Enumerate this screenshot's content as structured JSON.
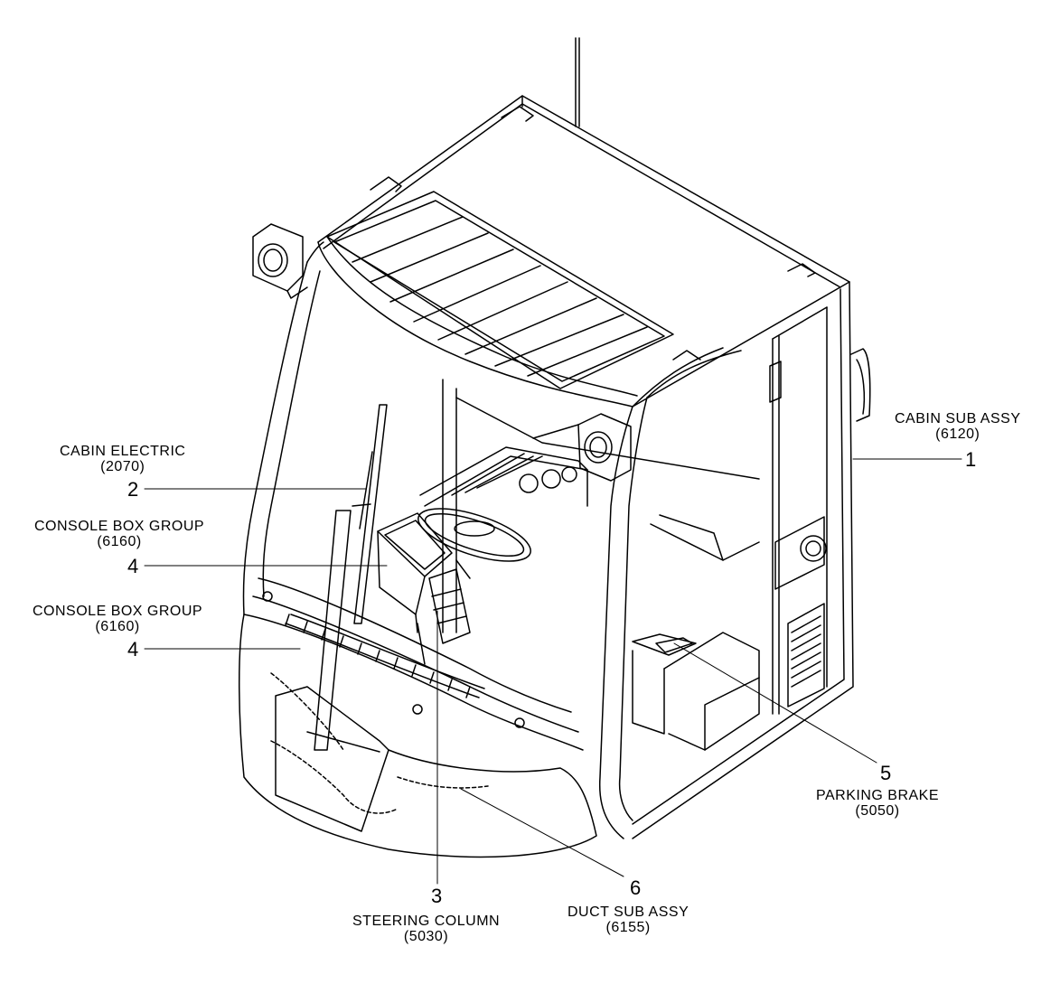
{
  "callouts": [
    {
      "num": "1",
      "name": "CABIN SUB ASSY",
      "code": "(6120)"
    },
    {
      "num": "2",
      "name": "CABIN ELECTRIC",
      "code": "(2070)"
    },
    {
      "num": "4",
      "name": "CONSOLE BOX GROUP",
      "code": "(6160)"
    },
    {
      "num": "4",
      "name": "CONSOLE BOX GROUP",
      "code": "(6160)"
    },
    {
      "num": "5",
      "name": "PARKING BRAKE",
      "code": "(5050)"
    },
    {
      "num": "3",
      "name": "STEERING COLUMN",
      "code": "(5030)"
    },
    {
      "num": "6",
      "name": "DUCT SUB ASSY",
      "code": "(6155)"
    }
  ]
}
